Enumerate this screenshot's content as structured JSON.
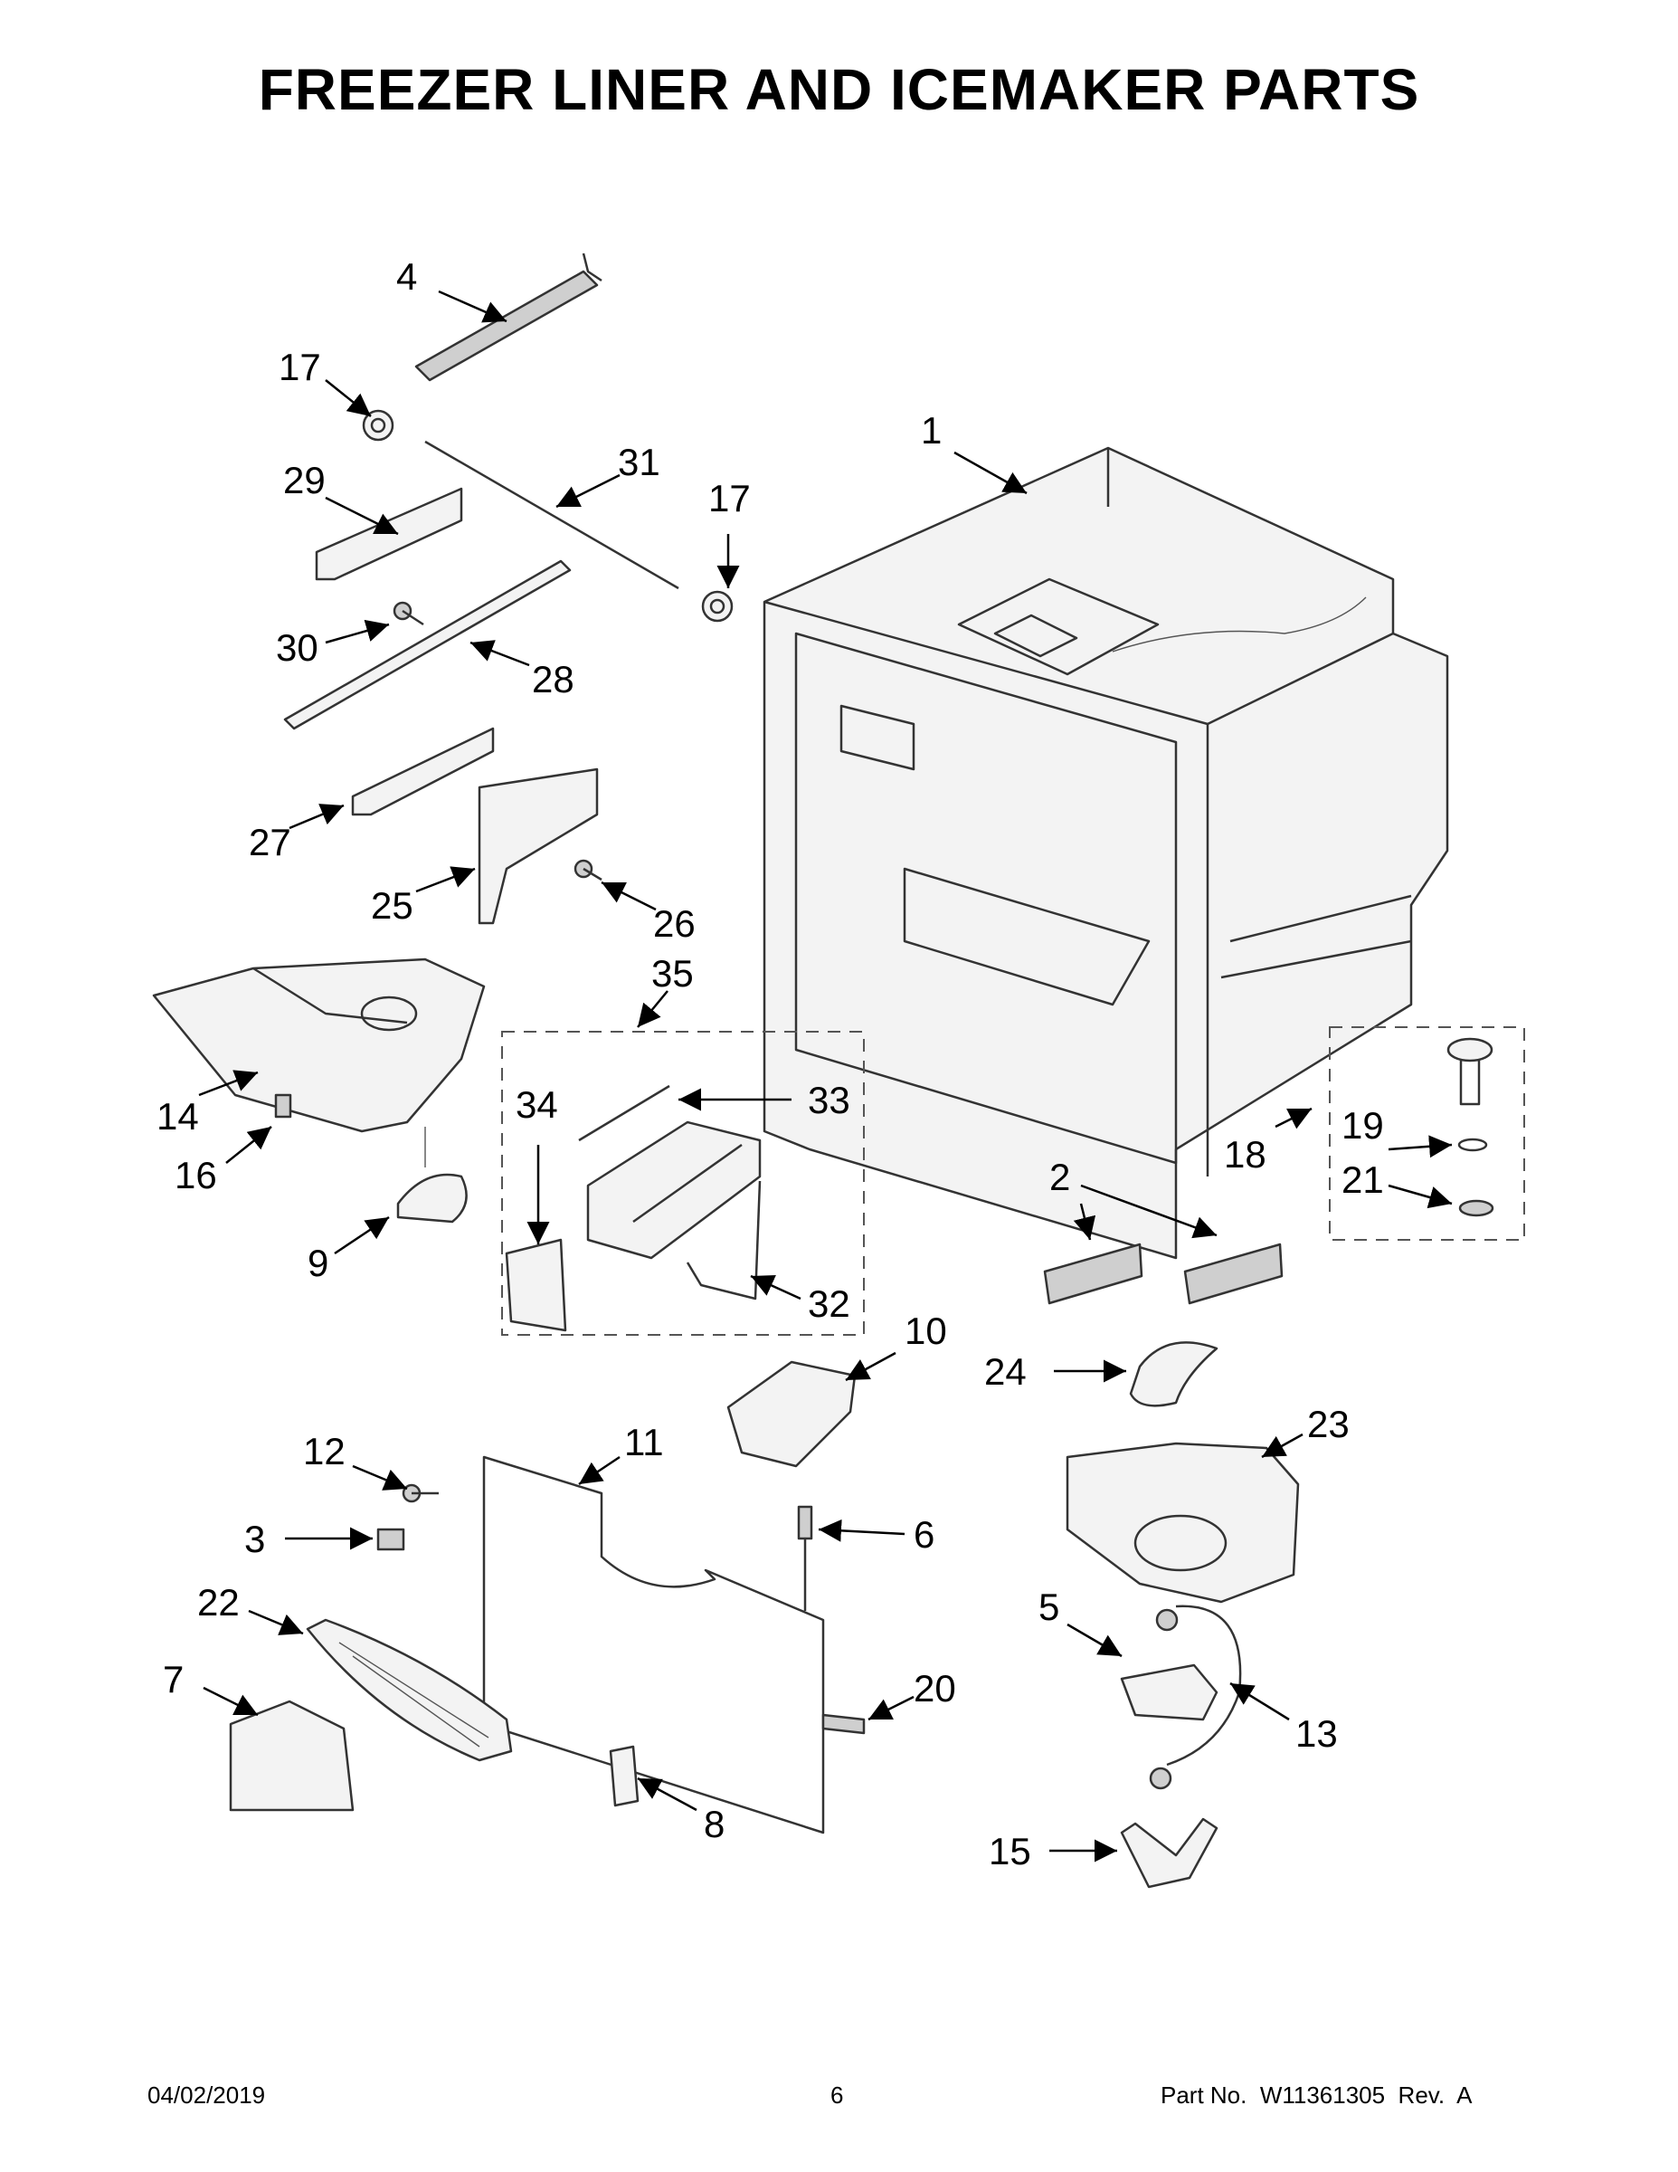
{
  "page": {
    "title": "FREEZER LINER AND ICEMAKER PARTS"
  },
  "callouts": {
    "c1": "1",
    "c2": "2",
    "c3": "3",
    "c4": "4",
    "c5": "5",
    "c6": "6",
    "c7": "7",
    "c8": "8",
    "c9": "9",
    "c10": "10",
    "c11": "11",
    "c12": "12",
    "c13": "13",
    "c14": "14",
    "c15": "15",
    "c16": "16",
    "c17a": "17",
    "c17b": "17",
    "c18": "18",
    "c19": "19",
    "c20": "20",
    "c21": "21",
    "c22": "22",
    "c23": "23",
    "c24": "24",
    "c25": "25",
    "c26": "26",
    "c27": "27",
    "c28": "28",
    "c29": "29",
    "c30": "30",
    "c31": "31",
    "c32": "32",
    "c33": "33",
    "c34": "34",
    "c35": "35"
  },
  "footer": {
    "date": "04/02/2019",
    "page_number": "6",
    "part_number": "Part No.  W11361305  Rev.  A"
  }
}
